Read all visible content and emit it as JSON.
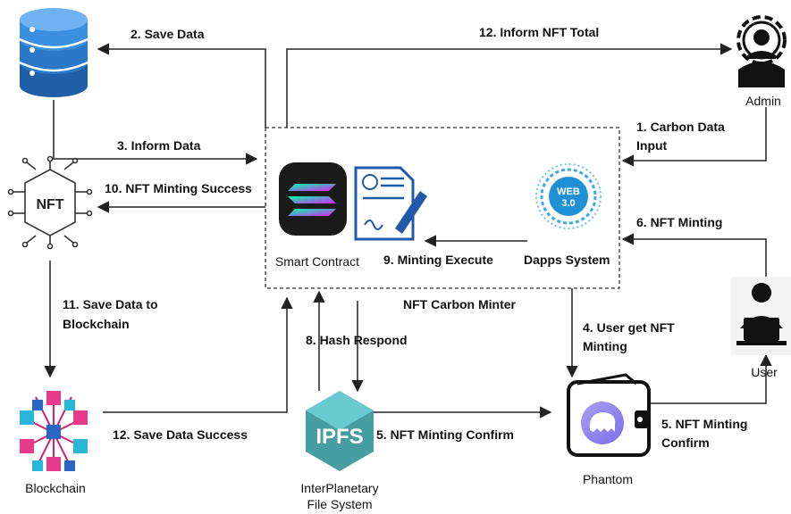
{
  "nodes": {
    "admin": "Admin",
    "smart_contract": "Smart Contract",
    "dapps": "Dapps System",
    "web3_badge_top": "WEB",
    "web3_badge_bottom": "3.0",
    "nft_badge": "NFT",
    "system_box": "NFT Carbon Minter",
    "user": "User",
    "phantom": "Phantom",
    "blockchain": "Blockchain",
    "ipfs_logo": "IPFS",
    "ipfs_line1": "InterPlanetary",
    "ipfs_line2": "File System"
  },
  "edges": {
    "e1_line1": "1. Carbon Data",
    "e1_line2": "Input",
    "e2": "2. Save Data",
    "e3": "3. Inform Data",
    "e4_line1": "4. User get NFT",
    "e4_line2": "Minting",
    "e5a": "5. NFT Minting Confirm",
    "e5b_line1": "5. NFT Minting",
    "e5b_line2": "Confirm",
    "e6": "6. NFT Minting",
    "e8": "8. Hash Respond",
    "e9": "9. Minting Execute",
    "e10": "10. NFT Minting Success",
    "e11_line1": "11. Save Data to",
    "e11_line2": "Blockchain",
    "e12a": "12. Inform NFT Total",
    "e12b": "12. Save Data Success"
  }
}
